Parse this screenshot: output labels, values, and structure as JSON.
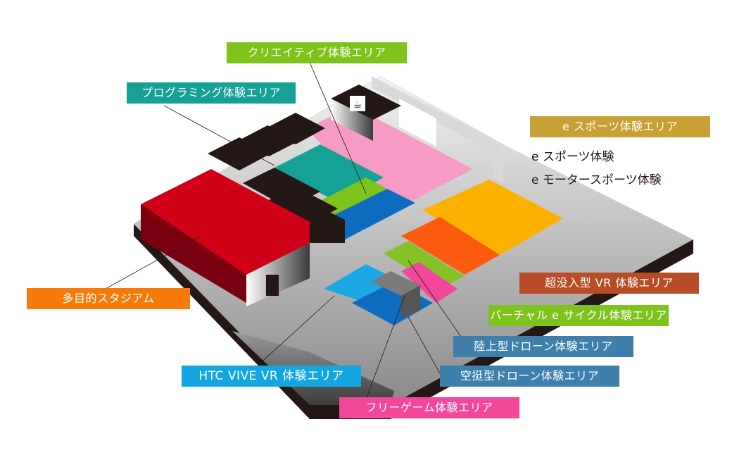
{
  "map": {
    "title": "Venue floor map",
    "cafe_icon": "coffee-cup-icon"
  },
  "areas": {
    "creative": {
      "label": "クリエイティブ体験エリア",
      "color": "#7dc31b"
    },
    "programming": {
      "label": "プログラミング体験エリア",
      "color": "#16a196"
    },
    "esports": {
      "label": "e スポーツ体験エリア",
      "color": "#c9a033"
    },
    "stadium": {
      "label": "多目的スタジアム",
      "color": "#f67b0a"
    },
    "immersive_vr": {
      "label": "超没入型 VR 体験エリア",
      "color": "#b84c27"
    },
    "virtual_cycle": {
      "label": "バーチャル e サイクル体験エリア",
      "color": "#7dc31b"
    },
    "land_drone": {
      "label": "陸上型ドローン体験エリア",
      "color": "#3f7fab"
    },
    "air_drone": {
      "label": "空挺型ドローン体験エリア",
      "color": "#3f7fab"
    },
    "htc_vive": {
      "label": "HTC VIVE VR 体験エリア",
      "color": "#14a6e0"
    },
    "free_game": {
      "label": "フリーゲーム体験エリア",
      "color": "#f2479a"
    }
  },
  "esports_details": [
    "e スポーツ体験",
    "e モータースポーツ体験"
  ],
  "floor_colors": {
    "stadium_red": "#cf0018",
    "programming_teal": "#16a196",
    "creative_green": "#7dc31b",
    "cafe_pink": "#f59bc6",
    "esports_yellow": "#fcb100",
    "vr_orange": "#fc5a0e",
    "cycle_green": "#84c226",
    "drone_blue": "#0e6cc0",
    "vive_cyan": "#1ba8e4",
    "freegame_pink": "#f2479a"
  }
}
